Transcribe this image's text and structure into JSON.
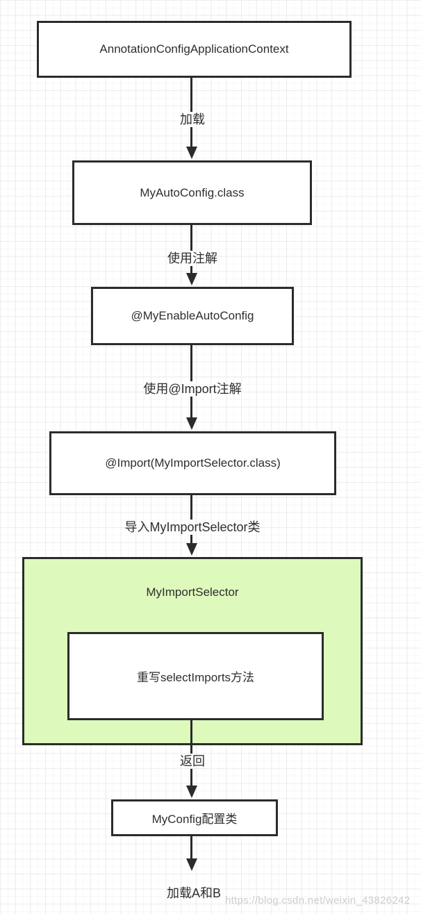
{
  "page": {
    "background": "#ffffff",
    "grid_color": "#ececec"
  },
  "diagram": {
    "nodes": [
      {
        "id": "context",
        "label": "AnnotationConfigApplicationContext",
        "highlighted": false
      },
      {
        "id": "autoconfig-class",
        "label": "MyAutoConfig.class",
        "highlighted": false
      },
      {
        "id": "enable-annotation",
        "label": "@MyEnableAutoConfig",
        "highlighted": false
      },
      {
        "id": "import-annotation",
        "label": "@Import(MyImportSelector.class)",
        "highlighted": false
      },
      {
        "id": "import-selector",
        "label": "MyImportSelector",
        "highlighted": true
      },
      {
        "id": "select-imports-method",
        "label": "重写selectImports方法",
        "highlighted": false
      },
      {
        "id": "myconfig",
        "label": "MyConfig配置类",
        "highlighted": false
      }
    ],
    "edges": [
      {
        "from": "context",
        "to": "autoconfig-class",
        "label": "加载"
      },
      {
        "from": "autoconfig-class",
        "to": "enable-annotation",
        "label": "使用注解"
      },
      {
        "from": "enable-annotation",
        "to": "import-annotation",
        "label": "使用@Import注解"
      },
      {
        "from": "import-annotation",
        "to": "import-selector",
        "label": "导入MyImportSelector类"
      },
      {
        "from": "select-imports-method",
        "to": "myconfig",
        "label": "返回"
      },
      {
        "from": "myconfig",
        "to": "end",
        "label": ""
      }
    ],
    "end_label": "加载A和B"
  },
  "colors": {
    "node_border": "#2b2b2b",
    "node_fill": "#ffffff",
    "highlight_fill": "#ddf9bc",
    "text": "#2e2e2e",
    "arrow": "#2b2b2b"
  },
  "watermark": {
    "text": "https://blog.csdn.net/weixin_43826242",
    "color": "#a0a6ac"
  }
}
